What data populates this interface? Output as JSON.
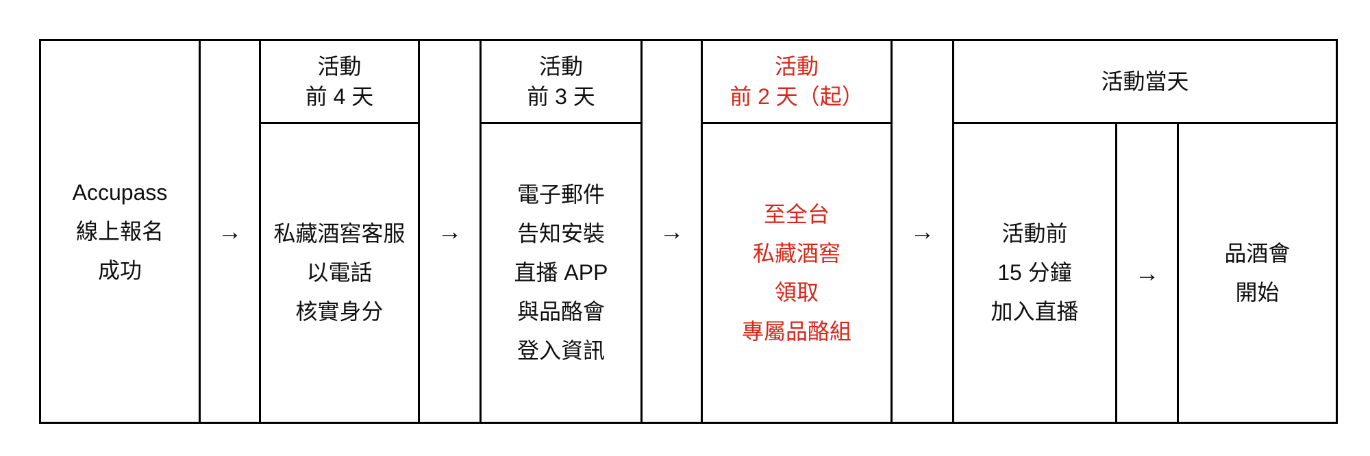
{
  "colors": {
    "background": "#ffffff",
    "border": "#000000",
    "text": "#0f0f0f",
    "highlight_red": "#d8261a"
  },
  "arrow": "→",
  "flowchart": {
    "step1": {
      "body": [
        "Accupass",
        "線上報名",
        "成功"
      ]
    },
    "step2": {
      "header": [
        "活動",
        "前 4 天"
      ],
      "body": [
        "私藏酒窖客服",
        "以電話",
        "核實身分"
      ]
    },
    "step3": {
      "header": [
        "活動",
        "前 3 天"
      ],
      "body": [
        "電子郵件",
        "告知安裝",
        "直播 APP",
        "與品酪會",
        "登入資訊"
      ]
    },
    "step4": {
      "header": [
        "活動",
        "前 2 天（起）"
      ],
      "body": [
        "至全台",
        "私藏酒窖",
        "領取",
        "專屬品酪組"
      ]
    },
    "step5": {
      "header": [
        "活動當天"
      ],
      "sub_step1": [
        "活動前",
        "15 分鐘",
        "加入直播"
      ],
      "sub_step2": [
        "品酒會",
        "開始"
      ]
    }
  }
}
